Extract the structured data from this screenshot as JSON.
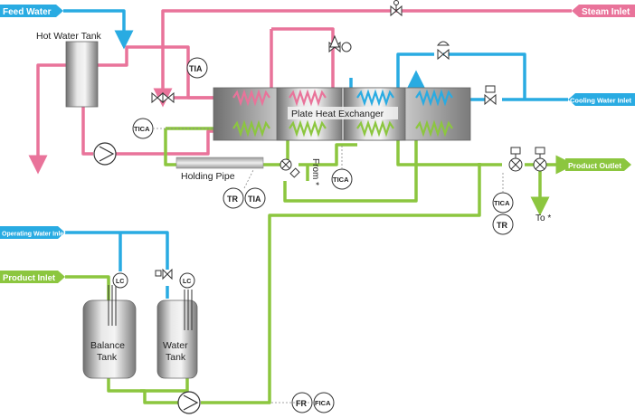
{
  "colors": {
    "product": "#8cc63f",
    "cooling": "#29abe2",
    "steam": "#e9739a",
    "equipment": "#8a8a8a"
  },
  "tags": {
    "feed_water": "Feed Water",
    "steam_inlet": "Steam Inlet",
    "cooling_water_inlet": "Cooling Water Inlet",
    "product_outlet": "Product Outlet",
    "operating_water_inlet": "Operating Water Inlet",
    "product_inlet": "Product Inlet"
  },
  "labels": {
    "hot_water_tank": "Hot Water Tank",
    "plate_heat_exchanger": "Plate Heat Exchanger",
    "holding_pipe": "Holding Pipe",
    "balance_tank_line1": "Balance",
    "balance_tank_line2": "Tank",
    "water_tank_line1": "Water",
    "water_tank_line2": "Tank",
    "from": "From *",
    "to": "To *"
  },
  "instruments": {
    "tia_top": "TIA",
    "tica_left": "TICA",
    "tica_mid": "TICA",
    "tr_holding": "TR",
    "tia_holding": "TIA",
    "tica_outlet": "TICA",
    "tr_outlet": "TR",
    "lc_balance": "LC",
    "lc_water": "LC",
    "fr": "FR",
    "fica": "FICA"
  },
  "icons": [
    "pump-icon",
    "valve-icon",
    "three-way-valve-icon",
    "control-valve-icon",
    "divert-valve-icon"
  ]
}
